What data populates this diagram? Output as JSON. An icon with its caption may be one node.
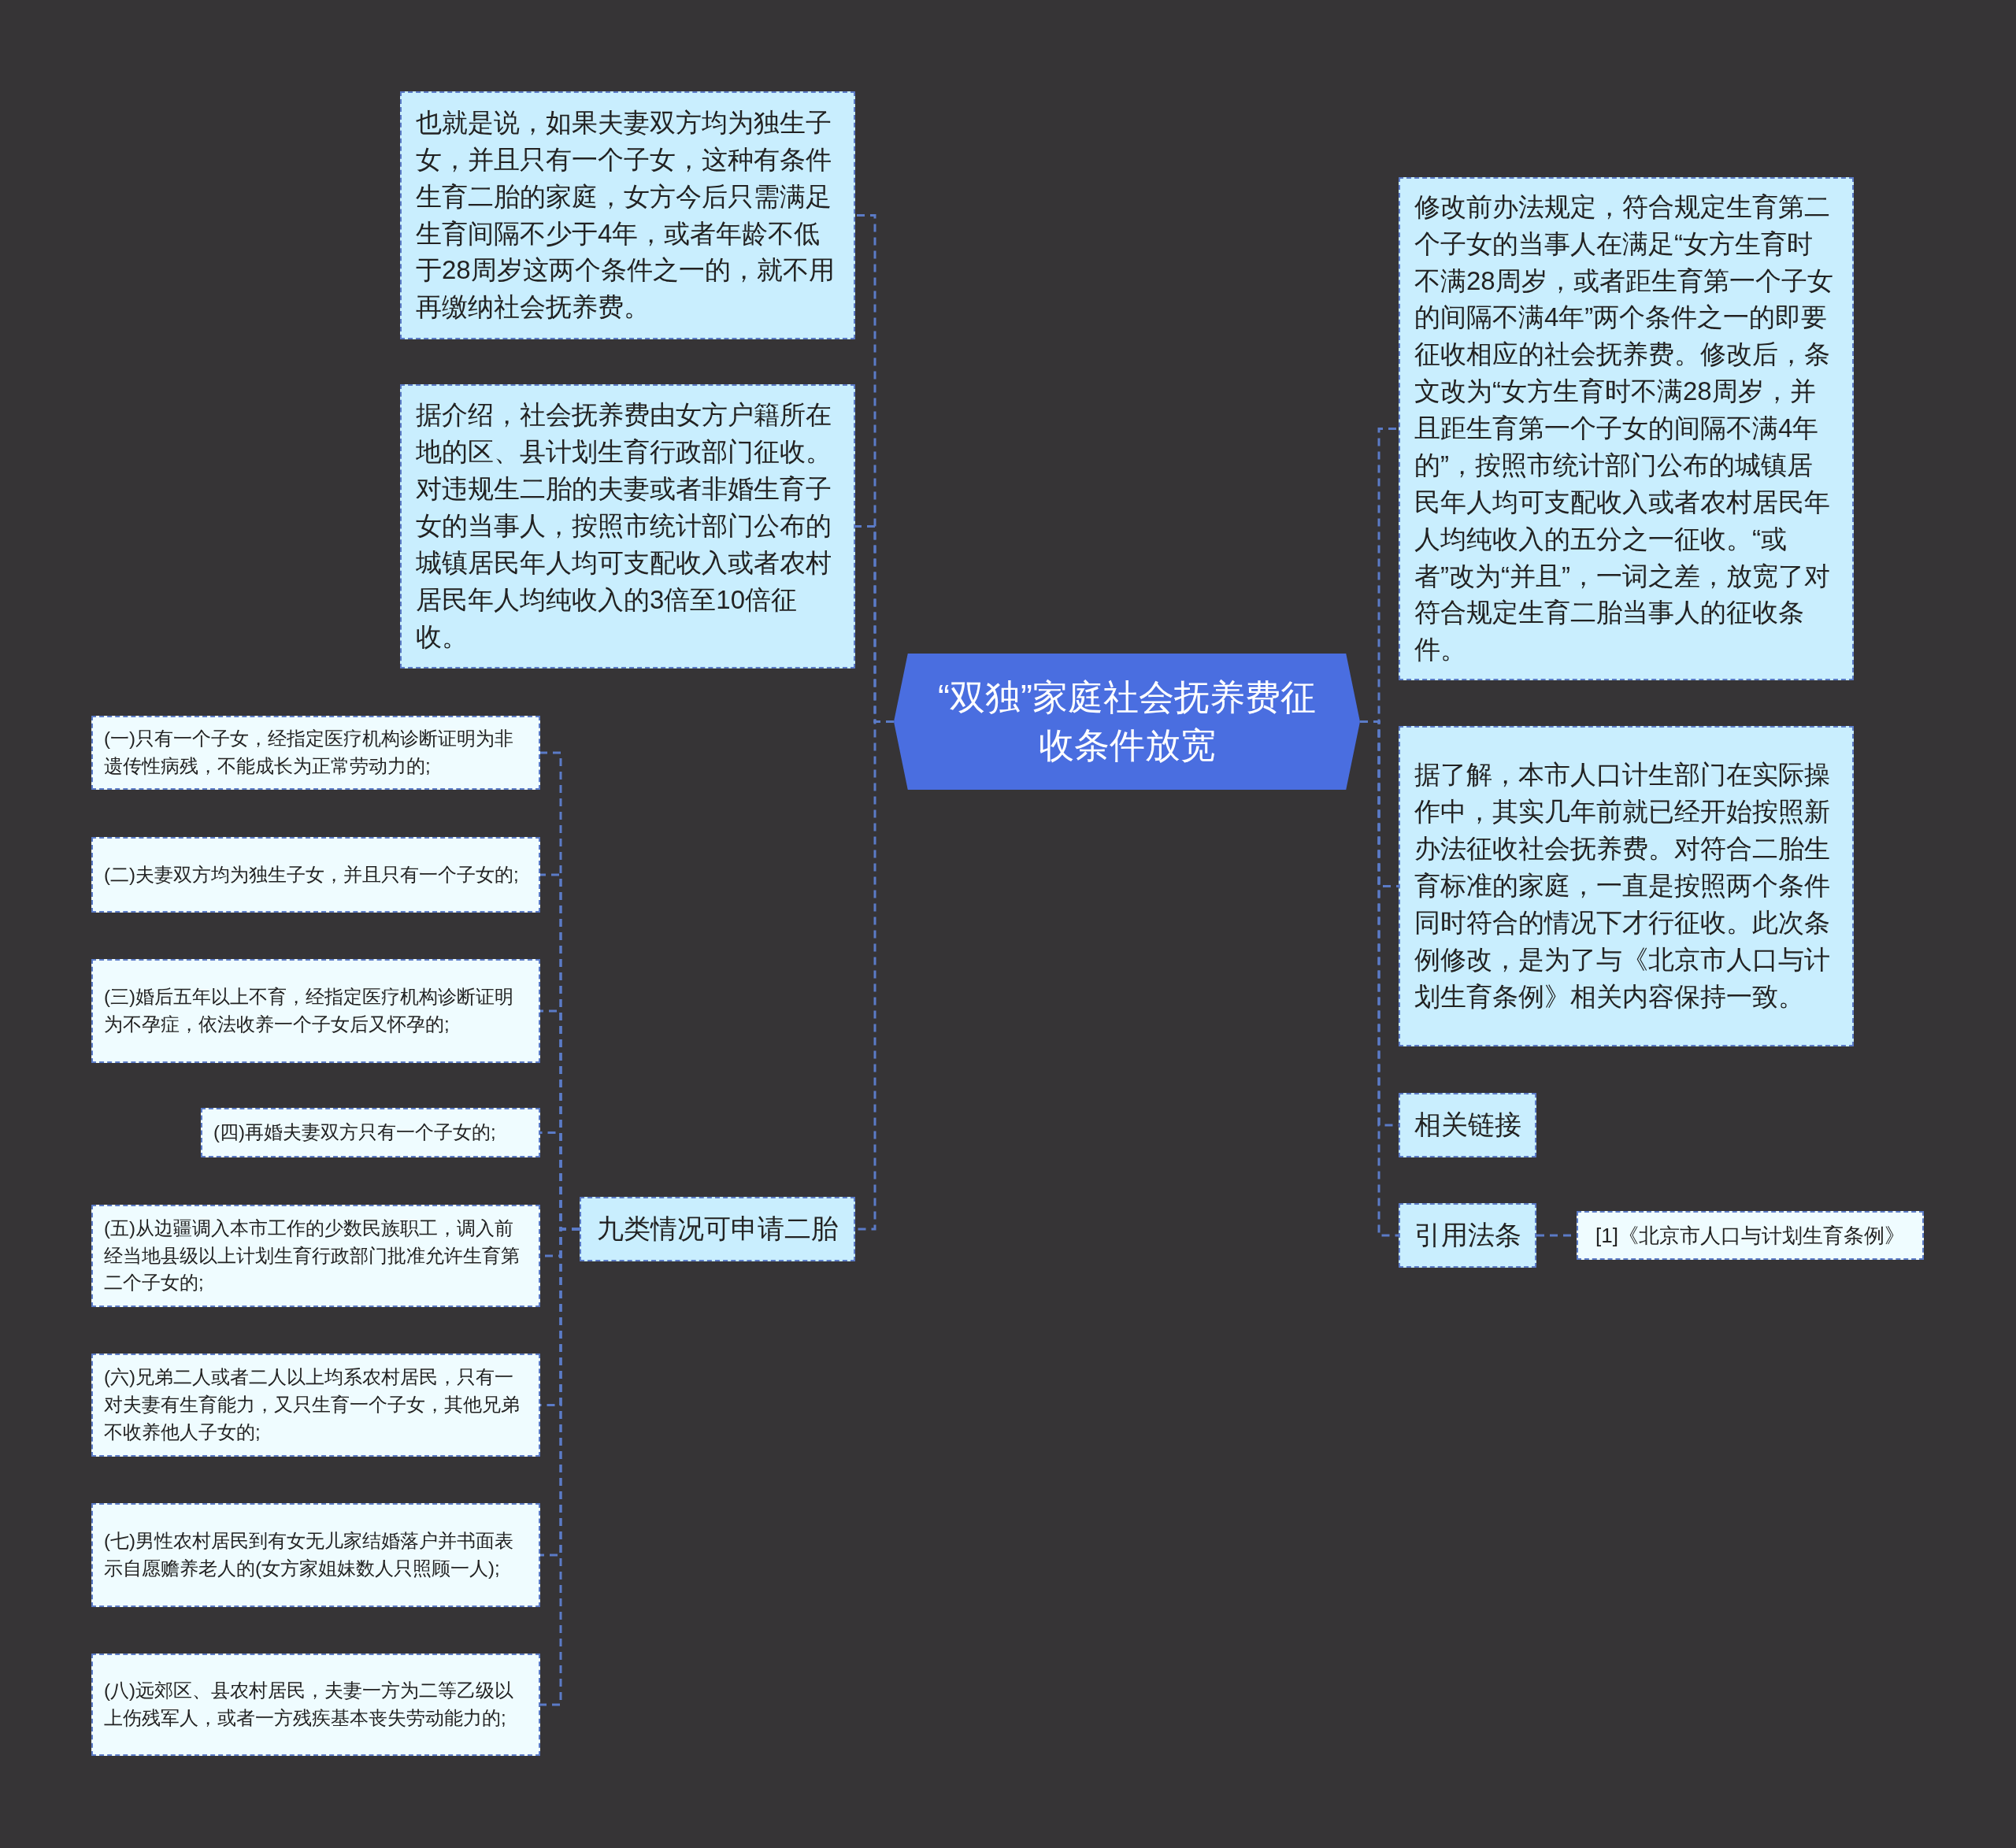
{
  "diagram": {
    "nodes": [
      {
        "text": [
          "“双独”家庭社会抚养费征收条件放宽"
        ]
      },
      {
        "text": [
          "也就是说，如果夫妻双方均为独生子女，并且只有一个子女，这种有条件生育二胎的家庭，女方今后只需满足生育间隔不少于4年，或者年龄不低于28周岁这两个条件之一的，就不用再缴纳社会抚养费。"
        ]
      },
      {
        "text": [
          "据介绍，社会抚养费由女方户籍所在地的区、县计划生育行政部门征收。对违规生二胎的夫妻或者非婚生育子女的当事人，按照市统计部门公布的城镇居民年人均可支配收入或者农村居民年人均纯收入的3倍至10倍征收。"
        ]
      },
      {
        "text": [
          "九类情况可申请二胎"
        ]
      },
      {
        "text": [
          "(一)只有一个子女，经指定医疗机构诊断证明为非遗传性病残，不能成长为正常劳动力的;"
        ]
      },
      {
        "text": [
          "(二)夫妻双方均为独生子女，并且只有一个子女的;"
        ]
      },
      {
        "text": [
          "(三)婚后五年以上不育，经指定医疗机构诊断证明为不孕症，依法收养一个子女后又怀孕的;"
        ]
      },
      {
        "text": [
          "(四)再婚夫妻双方只有一个子女的;"
        ]
      },
      {
        "text": [
          "(五)从边疆调入本市工作的少数民族职工，调入前经当地县级以上计划生育行政部门批准允许生育第二个子女的;"
        ]
      },
      {
        "text": [
          "(六)兄弟二人或者二人以上均系农村居民，只有一对夫妻有生育能力，又只生育一个子女，其他兄弟不收养他人子女的;"
        ]
      },
      {
        "text": [
          "(七)男性农村居民到有女无儿家结婚落户并书面表示自愿赡养老人的(女方家姐妹数人只照顾一人);"
        ]
      },
      {
        "text": [
          "(八)远郊区、县农村居民，夫妻一方为二等乙级以上伤残军人，或者一方残疾基本丧失劳动能力的;"
        ]
      },
      {
        "text": [
          "修改前办法规定，符合规定生育第二个子女的当事人在满足“女方生育时不满28周岁，或者距生育第一个子女的间隔不满4年”两个条件之一的即要征收相应的社会抚养费。修改后，条文改为“女方生育时不满28周岁，并且距生育第一个子女的间隔不满4年的”，按照市统计部门公布的城镇居民年人均可支配收入或者农村居民年人均纯收入的五分之一征收。“或者”改为“并且”，一词之差，放宽了对符合规定生育二胎当事人的征收条件。"
        ]
      },
      {
        "text": [
          "据了解，本市人口计生部门在实际操作中，其实几年前就已经开始按照新办法征收社会抚养费。对符合二胎生育标准的家庭，一直是按照两个条件同时符合的情况下才行征收。此次条例修改，是为了与《北京市人口与计划生育条例》相关内容保持一致。"
        ]
      },
      {
        "text": [
          "相关链接"
        ]
      },
      {
        "text": [
          "引用法条"
        ]
      },
      {
        "text": [
          "[1]《北京市人口与计划生育条例》"
        ]
      }
    ],
    "edges": [
      {
        "from": 0,
        "to": 1,
        "arrow": "none",
        "style": "dashed"
      },
      {
        "from": 0,
        "to": 2,
        "arrow": "none",
        "style": "dashed"
      },
      {
        "from": 0,
        "to": 3,
        "arrow": "none",
        "style": "dashed"
      },
      {
        "from": 3,
        "to": 4,
        "arrow": "none",
        "style": "dashed"
      },
      {
        "from": 3,
        "to": 5,
        "arrow": "none",
        "style": "dashed"
      },
      {
        "from": 3,
        "to": 6,
        "arrow": "none",
        "style": "dashed"
      },
      {
        "from": 3,
        "to": 7,
        "arrow": "none",
        "style": "dashed"
      },
      {
        "from": 3,
        "to": 8,
        "arrow": "none",
        "style": "dashed"
      },
      {
        "from": 3,
        "to": 9,
        "arrow": "none",
        "style": "dashed"
      },
      {
        "from": 3,
        "to": 10,
        "arrow": "none",
        "style": "dashed"
      },
      {
        "from": 3,
        "to": 11,
        "arrow": "none",
        "style": "dashed"
      },
      {
        "from": 0,
        "to": 12,
        "arrow": "none",
        "style": "dashed"
      },
      {
        "from": 0,
        "to": 13,
        "arrow": "none",
        "style": "dashed"
      },
      {
        "from": 0,
        "to": 14,
        "arrow": "none",
        "style": "dashed"
      },
      {
        "from": 0,
        "to": 15,
        "arrow": "none",
        "style": "dashed"
      },
      {
        "from": 15,
        "to": 16,
        "arrow": "none",
        "style": "dashed"
      }
    ]
  }
}
